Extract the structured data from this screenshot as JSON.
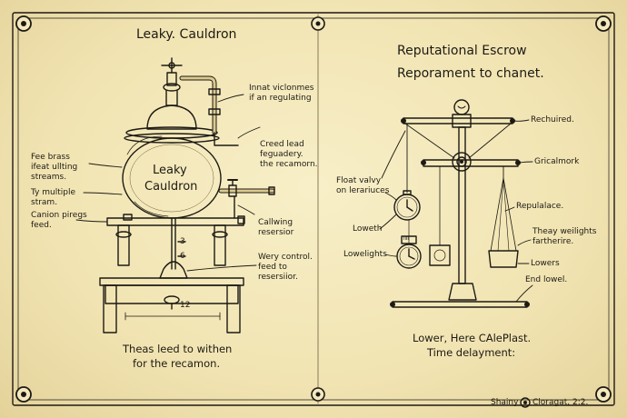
{
  "left_panel": {
    "title": "Leaky. Cauldron",
    "cauldron_label_line1": "Leaky",
    "cauldron_label_line2": "Cauldron",
    "annotations": {
      "inlet_l1": "Innat viclonmes",
      "inlet_l2": "if an regulating",
      "creed_l1": "Creed lead",
      "creed_l2": "feguadery.",
      "creed_l3": "the recamorn.",
      "fee_l1": "Fee brass",
      "fee_l2": "ifeat ullting",
      "fee_l3": "streams.",
      "ty_l1": "Ty multiple",
      "ty_l2": "stram.",
      "canion_l1": "Canion piregs",
      "canion_l2": "feed.",
      "callwing_l1": "Callwing",
      "callwing_l2": "resersior",
      "wery_l1": "Wery control.",
      "wery_l2": "feed to",
      "wery_l3": "resersiior."
    },
    "gauge_marks": {
      "upper": "3",
      "lower": "6",
      "dim": "12"
    },
    "caption_l1": "Theas leed to withen",
    "caption_l2": "for the recamon."
  },
  "right_panel": {
    "title_l1": "Reputational Escrow",
    "title_l2": "Reporament to chanet.",
    "annotations": {
      "rechuired": "Rechuired.",
      "gricalmork": "Gricalmork",
      "float_l1": "Float valvy",
      "float_l2": "on lerariuces",
      "repulalace": "Repulalace.",
      "loweth": "Loweth",
      "theay_l1": "Theay weilights",
      "theay_l2": "fartherire.",
      "lowelights": "Lowelights",
      "lowers": "Lowers",
      "end_lowel": "End lowel."
    },
    "clock_tag": "IIII",
    "caption_l1": "Lower, Here CAlePlast.",
    "caption_l2": "Time delayment:"
  },
  "footer": {
    "left": "Shainy",
    "right": "Cloragat, 2:2."
  }
}
